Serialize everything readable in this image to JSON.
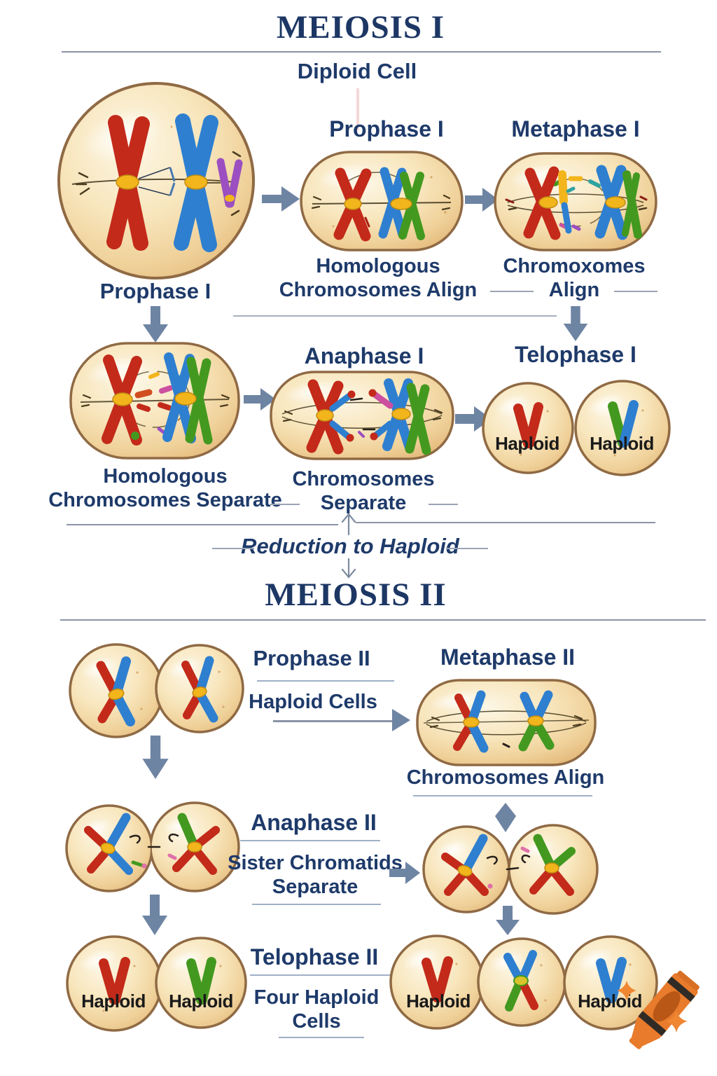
{
  "palette": {
    "title_navy": "#1d3765",
    "label_navy": "#1e3a6a",
    "arrow_blue": "#6e84a3",
    "rule_gray": "#8a93a6",
    "underline_blue": "#9fb0c6",
    "cell_border": "#8f6a44",
    "cell_fill": "#f8e6bd",
    "chromosome_red": "#c32a1a",
    "chromosome_blue": "#2e7fd0",
    "chromosome_green": "#43991f",
    "chromosome_yellow": "#f2b51c",
    "chromosome_purple": "#9b4fc0",
    "haploid_text": "#1a1a1a",
    "crayon_orange": "#e87b2c"
  },
  "icons": {
    "flow_arrow": "➔",
    "down_arrow": "⬇",
    "diamond_arrow": "◆",
    "crayon_logo": "crayon with sparkles"
  },
  "meiosis1": {
    "title": "MEIOSIS I",
    "diploid_label": "Diploid Cell",
    "big_cell_label": "Prophase I",
    "prophase": {
      "label": "Prophase I",
      "caption_line1": "Homologous",
      "caption_line2": "Chromosomes Align"
    },
    "metaphase": {
      "label": "Metaphase I",
      "caption_line1": "Chromoxomes",
      "caption_line2": "Align"
    },
    "separate": {
      "caption_line1": "Homologous",
      "caption_line2": "Chromosomes Separate"
    },
    "anaphase": {
      "label": "Anaphase I",
      "caption_line1": "Chromosomes",
      "caption_line2": "Separate"
    },
    "telophase": {
      "label": "Telophase I",
      "haploid_left": "Haploid",
      "haploid_right": "Haploid"
    }
  },
  "transition": {
    "label": "Reduction to Haploid"
  },
  "meiosis2": {
    "title": "MEIOSIS II",
    "prophase": {
      "label": "Prophase II",
      "caption": "Haploid Cells"
    },
    "metaphase": {
      "label": "Metaphase II",
      "caption": "Chromosomes Align"
    },
    "anaphase": {
      "label": "Anaphase II",
      "caption_line1": "Sister Chromatids",
      "caption_line2": "Separate"
    },
    "telophase": {
      "label": "Telophase II",
      "caption_line1": "Four Haploid",
      "caption_line2": "Cells"
    },
    "haploid_labels": [
      "Haploid",
      "Haploid",
      "Haploid",
      "Haploid"
    ]
  }
}
